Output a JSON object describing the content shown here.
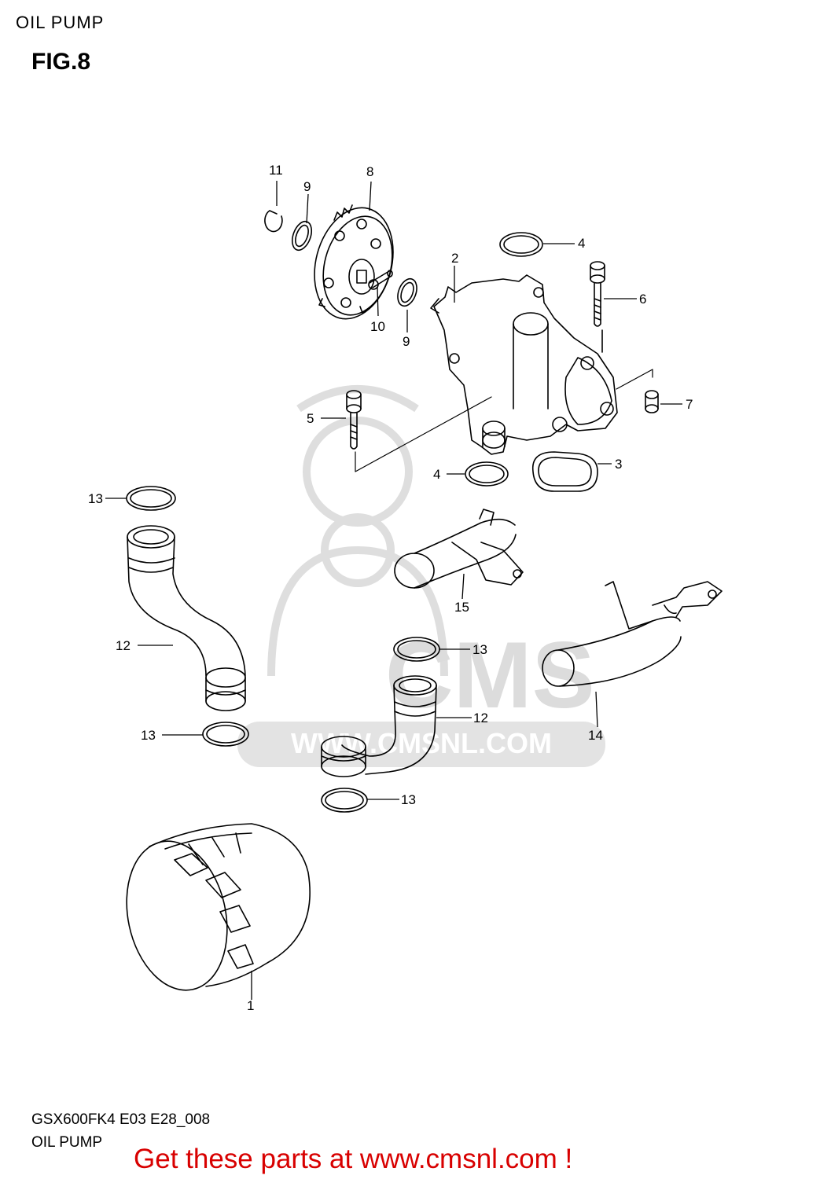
{
  "header": {
    "title": "OIL PUMP",
    "figure": "FIG.8"
  },
  "watermark": {
    "logo_text": "CMS",
    "url_text": "WWW.CMSNL.COM"
  },
  "callouts": [
    {
      "id": "c1",
      "label": "1"
    },
    {
      "id": "c2",
      "label": "2"
    },
    {
      "id": "c3",
      "label": "3"
    },
    {
      "id": "c4a",
      "label": "4"
    },
    {
      "id": "c4b",
      "label": "4"
    },
    {
      "id": "c5",
      "label": "5"
    },
    {
      "id": "c6",
      "label": "6"
    },
    {
      "id": "c7",
      "label": "7"
    },
    {
      "id": "c8",
      "label": "8"
    },
    {
      "id": "c9a",
      "label": "9"
    },
    {
      "id": "c9b",
      "label": "9"
    },
    {
      "id": "c10",
      "label": "10"
    },
    {
      "id": "c11",
      "label": "11"
    },
    {
      "id": "c12a",
      "label": "12"
    },
    {
      "id": "c12b",
      "label": "12"
    },
    {
      "id": "c13a",
      "label": "13"
    },
    {
      "id": "c13b",
      "label": "13"
    },
    {
      "id": "c13c",
      "label": "13"
    },
    {
      "id": "c13d",
      "label": "13"
    },
    {
      "id": "c14",
      "label": "14"
    },
    {
      "id": "c15",
      "label": "15"
    }
  ],
  "footer": {
    "model_code": "GSX600FK4 E03 E28_008",
    "section_name": "OIL PUMP",
    "promo": "Get these parts at www.cmsnl.com !"
  },
  "colors": {
    "promo": "#d80000",
    "line": "#000000",
    "watermark": "#dcdcdc"
  }
}
